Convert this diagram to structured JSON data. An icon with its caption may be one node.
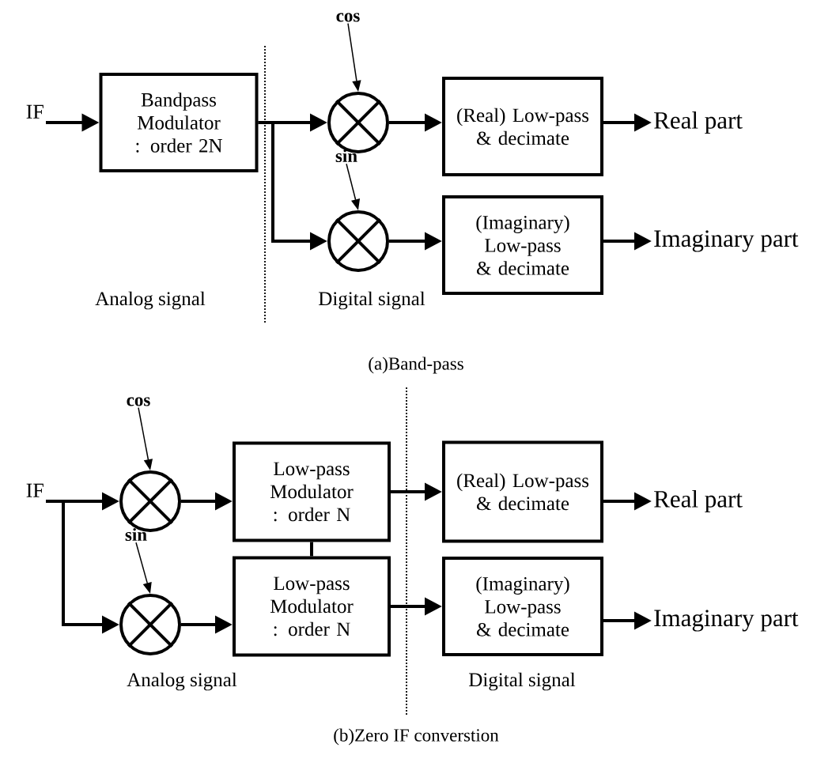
{
  "diagram": {
    "nodes": [
      {
        "text": [
          "IF"
        ]
      },
      {
        "text": [
          "Bandpass Modulator : order 2N"
        ]
      },
      {
        "text": [],
        "shape": "circle"
      },
      {
        "text": [
          "cos"
        ]
      },
      {
        "text": [
          "sin"
        ]
      },
      {
        "text": [],
        "shape": "circle"
      },
      {
        "text": [
          "(Real) Low-pass & decimate"
        ]
      },
      {
        "text": [
          "(Imaginary) Low-pass & decimate"
        ]
      },
      {
        "text": [
          "Real part"
        ]
      },
      {
        "text": [
          "Imaginary part"
        ]
      },
      {
        "text": [
          "IF"
        ]
      },
      {
        "text": [
          "cos"
        ]
      },
      {
        "text": [],
        "shape": "circle"
      },
      {
        "text": [
          "sin"
        ]
      },
      {
        "text": [],
        "shape": "circle"
      },
      {
        "text": [
          "Low-pass Modulator : order N"
        ]
      },
      {
        "text": [
          "Low-pass Modulator : order N"
        ]
      },
      {
        "text": [
          "(Real) Low-pass & decimate"
        ]
      },
      {
        "text": [
          "(Imaginary) Low-pass & decimate"
        ]
      },
      {
        "text": [
          "Real part"
        ]
      },
      {
        "text": [
          "Imaginary part"
        ]
      }
    ],
    "edges": [
      {
        "from": 0,
        "to": 1,
        "arrow": "to"
      },
      {
        "from": 1,
        "to": 2,
        "arrow": "to"
      },
      {
        "from": 1,
        "to": 5,
        "arrow": "to"
      },
      {
        "from": 3,
        "to": 2,
        "arrow": "to"
      },
      {
        "from": 4,
        "to": 5,
        "arrow": "to"
      },
      {
        "from": 2,
        "to": 6,
        "arrow": "to"
      },
      {
        "from": 5,
        "to": 7,
        "arrow": "to"
      },
      {
        "from": 6,
        "to": 8,
        "arrow": "to"
      },
      {
        "from": 7,
        "to": 9,
        "arrow": "to"
      },
      {
        "from": 10,
        "to": 12,
        "arrow": "to"
      },
      {
        "from": 10,
        "to": 14,
        "arrow": "to"
      },
      {
        "from": 11,
        "to": 12,
        "arrow": "to"
      },
      {
        "from": 13,
        "to": 14,
        "arrow": "to"
      },
      {
        "from": 12,
        "to": 15,
        "arrow": "to"
      },
      {
        "from": 14,
        "to": 16,
        "arrow": "to"
      },
      {
        "from": 15,
        "to": 16,
        "arrow": "none"
      },
      {
        "from": 15,
        "to": 17,
        "arrow": "to"
      },
      {
        "from": 16,
        "to": 18,
        "arrow": "to"
      },
      {
        "from": 17,
        "to": 19,
        "arrow": "to"
      },
      {
        "from": 18,
        "to": 20,
        "arrow": "to"
      }
    ],
    "labels": [
      "Analog signal",
      "Digital signal",
      "(a)Band-pass",
      "Analog signal",
      "Digital signal",
      "(b)Zero IF converstion"
    ]
  }
}
